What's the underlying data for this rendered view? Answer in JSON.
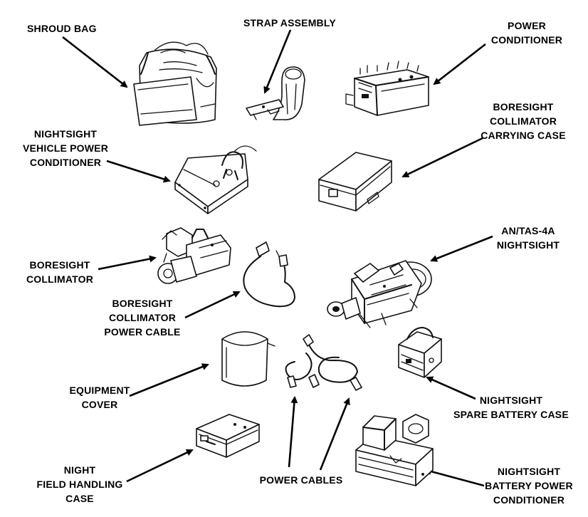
{
  "labels": {
    "shroud_bag": [
      "SHROUD BAG"
    ],
    "strap_assembly": [
      "STRAP ASSEMBLY"
    ],
    "power_conditioner": [
      "POWER",
      "CONDITIONER"
    ],
    "nightsight_vehicle_power_conditioner": [
      "NIGHTSIGHT",
      "VEHICLE POWER",
      "CONDITIONER"
    ],
    "boresight_collimator_carrying_case": [
      "BORESIGHT",
      "COLLIMATOR",
      "CARRYING CASE"
    ],
    "boresight_collimator": [
      "BORESIGHT",
      "COLLIMATOR"
    ],
    "an_tas_4a_nightsight": [
      "AN/TAS-4A",
      "NIGHTSIGHT"
    ],
    "boresight_collimator_power_cable": [
      "BORESIGHT",
      "COLLIMATOR",
      "POWER CABLE"
    ],
    "equipment_cover": [
      "EQUIPMENT",
      "COVER"
    ],
    "nightsight_spare_battery_case": [
      "NIGHTSIGHT",
      "SPARE BATTERY CASE"
    ],
    "night_field_handling_case": [
      "NIGHT",
      "FIELD HANDLING",
      "CASE"
    ],
    "power_cables": [
      "POWER CABLES"
    ],
    "nightsight_battery_power_conditioner": [
      "NIGHTSIGHT",
      "BATTERY POWER",
      "CONDITIONER"
    ]
  },
  "colors": {
    "ink": "#111111",
    "background": "#ffffff"
  },
  "icons": [
    "shroud-bag-icon",
    "strap-assembly-icon",
    "power-conditioner-icon",
    "vehicle-power-conditioner-icon",
    "collimator-carrying-case-icon",
    "boresight-collimator-icon",
    "collimator-power-cable-icon",
    "nightsight-icon",
    "equipment-cover-icon",
    "power-cables-icon",
    "spare-battery-case-icon",
    "field-handling-case-icon",
    "battery-power-conditioner-icon"
  ]
}
